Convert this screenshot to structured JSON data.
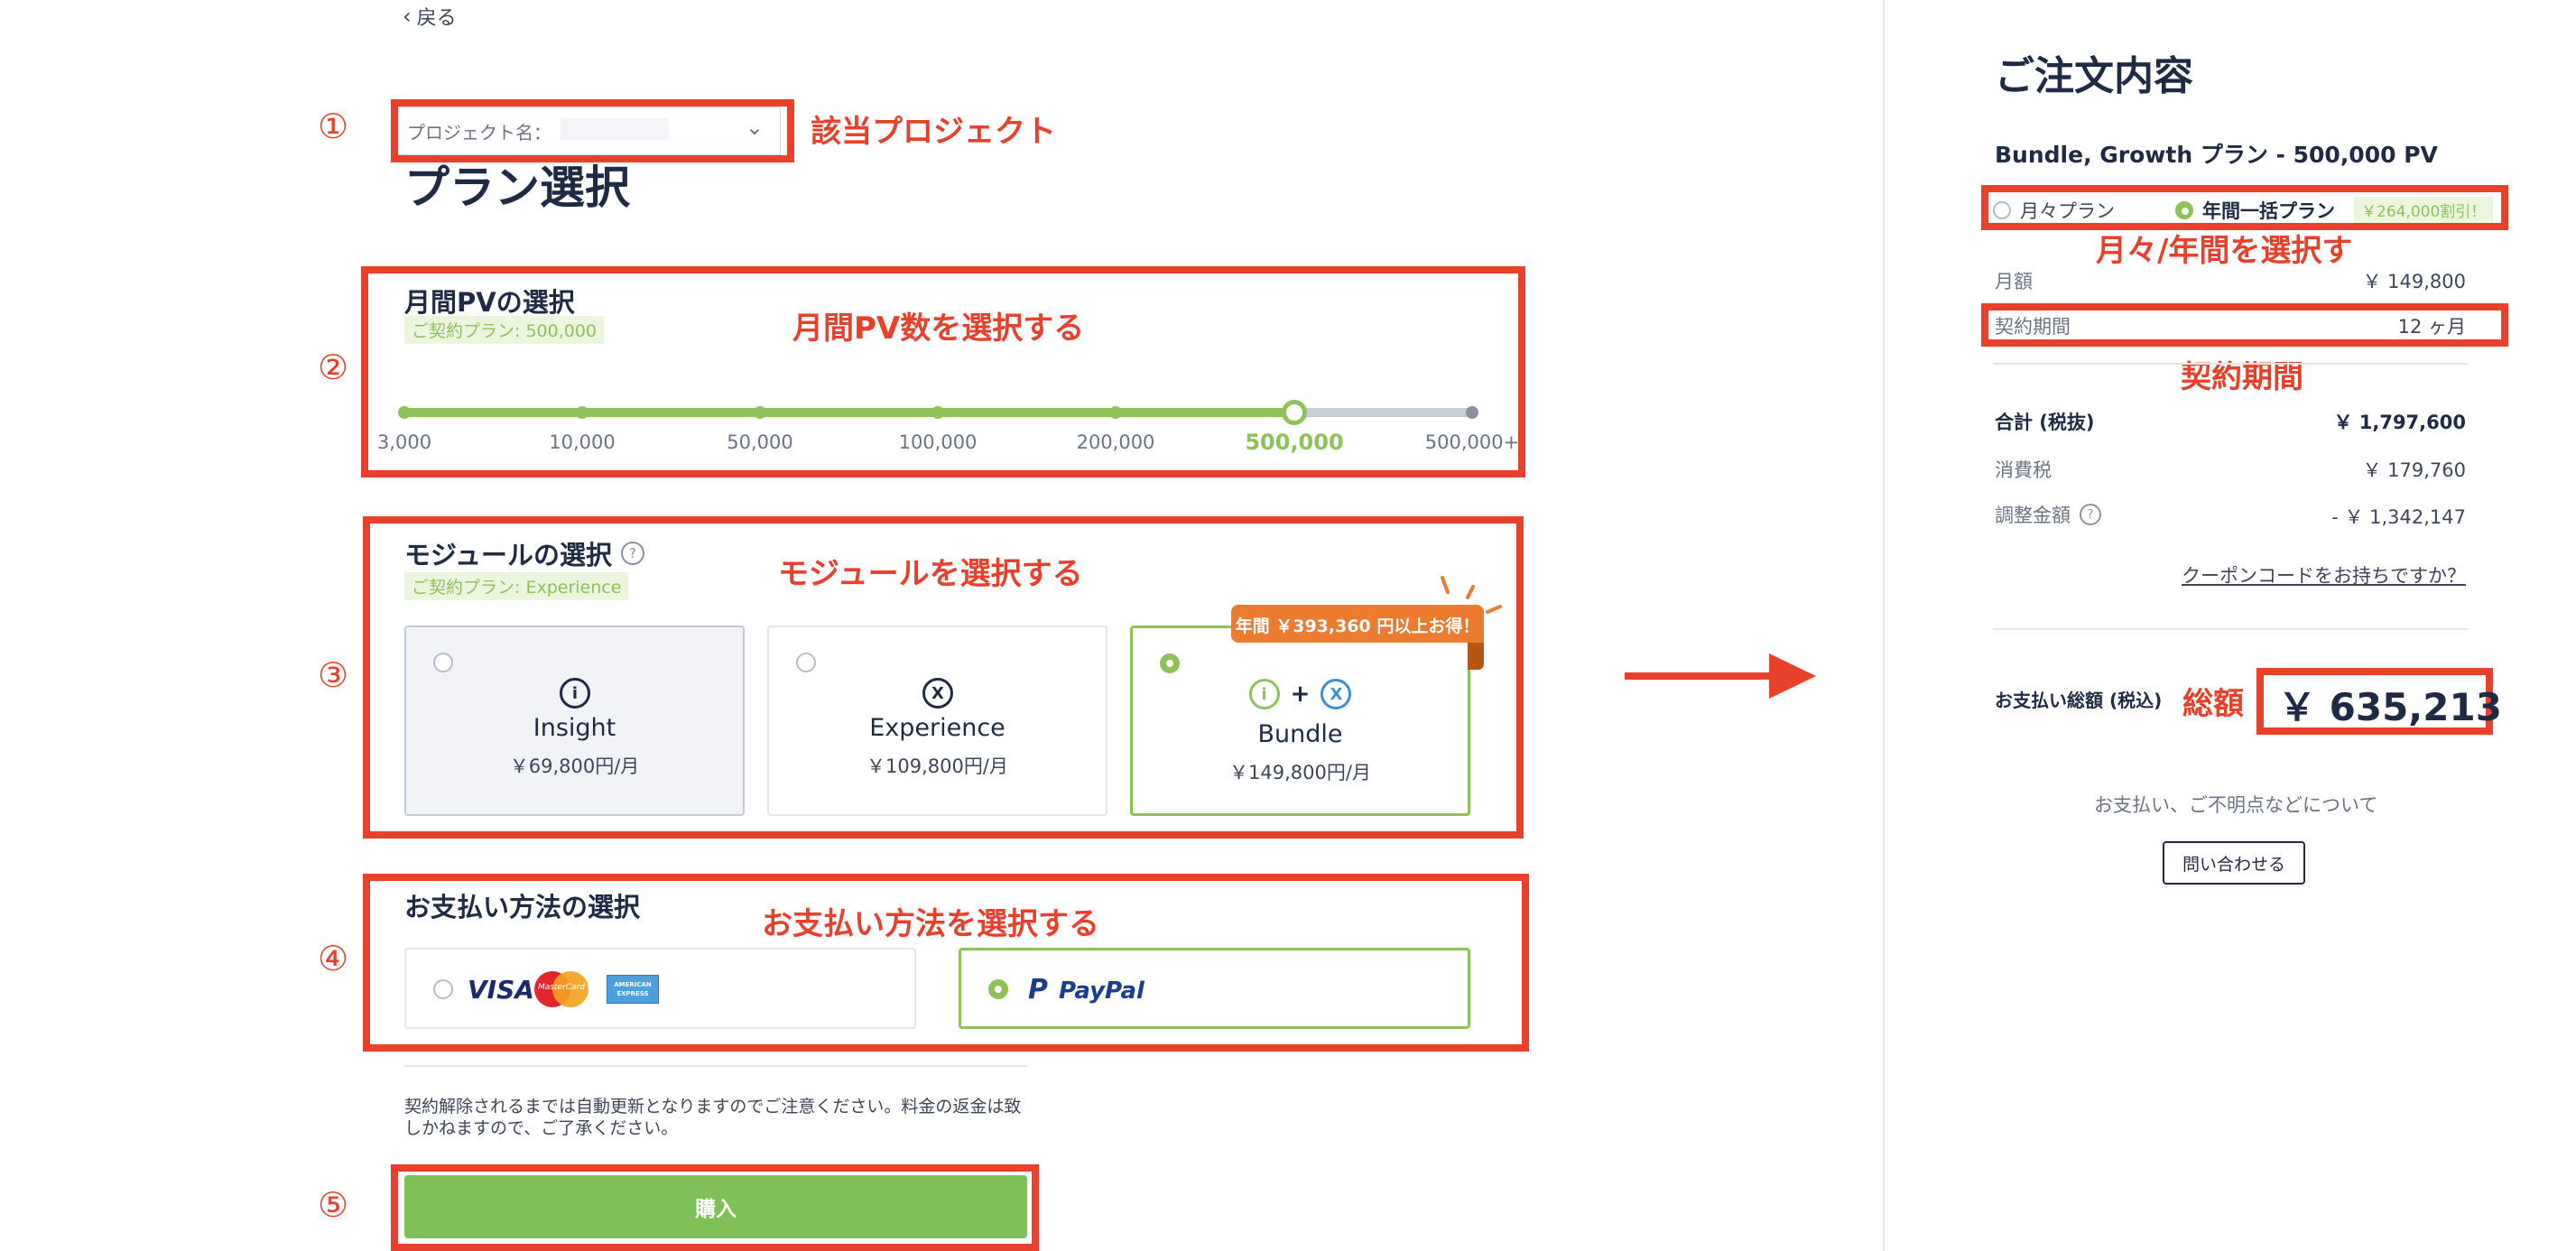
{
  "back": {
    "label": "戻る"
  },
  "project": {
    "label": "プロジェクト名：",
    "value": "",
    "annotation": "該当プロジェクト"
  },
  "page_title": "プラン選択",
  "steps": [
    "①",
    "②",
    "③",
    "④",
    "⑤"
  ],
  "pv": {
    "title": "月間PVの選択",
    "current_plan": "ご契約プラン: 500,000",
    "annotation": "月間PV数を選択する",
    "ticks": [
      "3,000",
      "10,000",
      "50,000",
      "100,000",
      "200,000",
      "500,000",
      "500,000+"
    ],
    "selected_index": 5
  },
  "module": {
    "title": "モジュールの選択",
    "current_plan": "ご契約プラン: Experience",
    "annotation": "モジュールを選択する",
    "promo": "年間 ￥393,360 円以上お得！",
    "cards": [
      {
        "name": "Insight",
        "price": "￥69,800円/月"
      },
      {
        "name": "Experience",
        "price": "￥109,800円/月"
      },
      {
        "name": "Bundle",
        "price": "￥149,800円/月",
        "plus": "+"
      }
    ]
  },
  "payment": {
    "title": "お支払い方法の選択",
    "annotation": "お支払い方法を選択する",
    "visa": "VISA",
    "mastercard": "MasterCard",
    "amex": "AMERICAN EXPRESS",
    "paypal": "PayPal"
  },
  "notice": "契約解除されるまでは自動更新となりますのでご注意ください。料金の返金は致しかねますので、ご了承ください。",
  "purchase": {
    "label": "購入"
  },
  "summary": {
    "title": "ご注文内容",
    "plan_name": "Bundle, Growth プラン - 500,000 PV",
    "monthly_option": "月々プラン",
    "annual_option": "年間一括プラン",
    "discount_badge": "￥264,000割引！",
    "billing_annotation": "月々/年間を選択す",
    "monthly_label": "月額",
    "monthly_value": "￥ 149,800",
    "period_label": "契約期間",
    "period_value": "12 ヶ月",
    "period_annotation": "契約期間",
    "subtotal_label": "合計 (税抜)",
    "subtotal_value": "￥ 1,797,600",
    "tax_label": "消費税",
    "tax_value": "￥ 179,760",
    "adjust_label": "調整金額",
    "adjust_value": "- ￥ 1,342,147",
    "coupon_link": "クーポンコードをお持ちですか？",
    "total_label": "お支払い総額 (税込)",
    "total_annotation": "総額",
    "total_value": "￥ 635,213",
    "help_text": "お支払い、ご不明点などについて",
    "contact_button": "問い合わせる"
  },
  "colors": {
    "accent_green": "#8cc258",
    "annotation_red": "#e8402a",
    "navy": "#1f2a44",
    "promo_orange": "#ec7a2f"
  }
}
